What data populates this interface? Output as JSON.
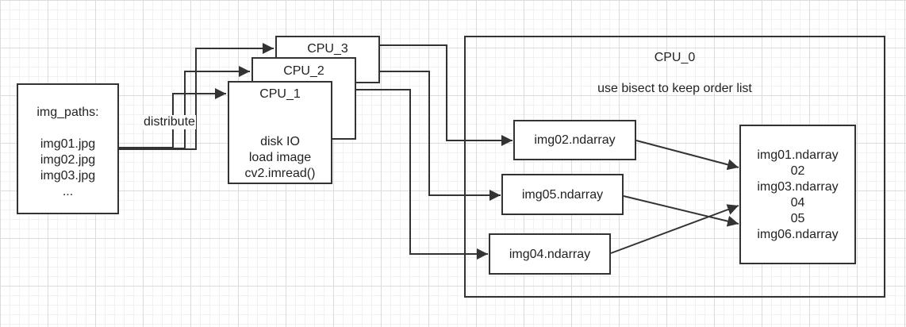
{
  "img_paths": {
    "header": "img_paths:",
    "items": [
      "img01.jpg",
      "img02.jpg",
      "img03.jpg",
      "..."
    ]
  },
  "distribute_label": "distribute",
  "cpu_workers": {
    "cpu3": "CPU_3",
    "cpu2": "CPU_2",
    "cpu1": "CPU_1",
    "cpu1_lines": [
      "disk IO",
      "load image",
      "cv2.imread()"
    ]
  },
  "cpu0": {
    "title": "CPU_0",
    "subtitle": "use bisect  to keep order list"
  },
  "ndarrays": {
    "a": "img02.ndarray",
    "b": "img05.ndarray",
    "c": "img04.ndarray"
  },
  "ordered_list": [
    "img01.ndarray",
    "02",
    "img03.ndarray",
    "04",
    "05",
    "img06.ndarray"
  ],
  "colors": {
    "stroke": "#333333",
    "grid_major": "#dcdcdc",
    "grid_minor": "#f1f1f1"
  }
}
